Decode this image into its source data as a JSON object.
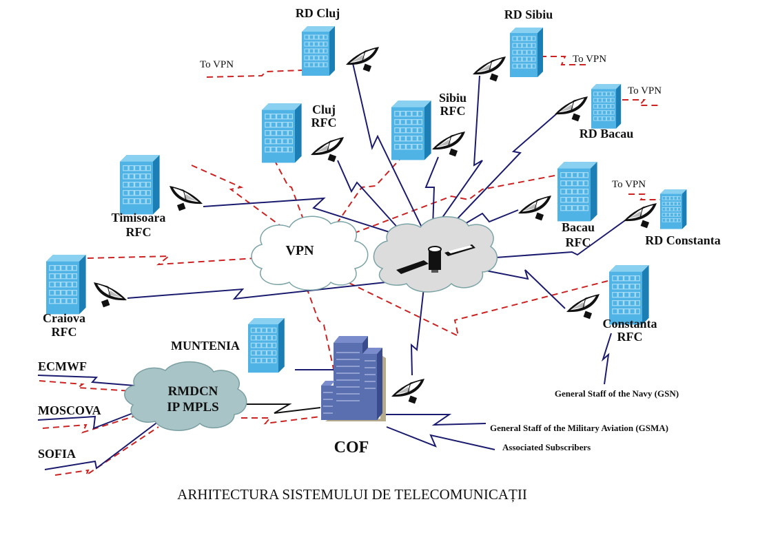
{
  "title": "ARHITECTURA SISTEMULUI DE TELECOMUNICAȚII",
  "colors": {
    "building": "#4fb3e6",
    "building_side": "#1b7fb5",
    "building_top": "#8ad0f0",
    "cof_building": "#5a6fb0",
    "satellite_link": "#1a1a6e",
    "vpn_link": "#cc2222",
    "cloud_vpn": "#ffffff",
    "cloud_sat": "#dcdcdc",
    "cloud_rmdcn": "#a9c4c6"
  },
  "clouds": {
    "vpn": "VPN",
    "satellite_hub": "",
    "rmdcn_line1": "RMDCN",
    "rmdcn_line2": "IP  MPLS"
  },
  "nodes": {
    "rd_cluj": "RD Cluj",
    "rd_sibiu": "RD Sibiu",
    "rd_bacau": "RD  Bacau",
    "rd_constanta": "RD Constanta",
    "cluj_rfc_1": "Cluj",
    "cluj_rfc_2": "RFC",
    "sibiu_rfc_1": "Sibiu",
    "sibiu_rfc_2": "RFC",
    "timisoara_rfc_1": "Timisoara",
    "timisoara_rfc_2": "RFC",
    "bacau_rfc_1": "Bacau",
    "bacau_rfc_2": "RFC",
    "craiova_rfc_1": "Craiova",
    "craiova_rfc_2": "RFC",
    "constanta_rfc_1": "Constanta",
    "constanta_rfc_2": "RFC",
    "muntenia": "MUNTENIA",
    "cof": "COF",
    "ecmwf": "ECMWF",
    "moscova": "MOSCOVA",
    "sofia": "SOFIA",
    "gsn": "General Staff of the Navy (GSN)",
    "gsma": "General Staff of the Military Aviation (GSMA)",
    "associated": "Associated Subscribers"
  },
  "to_vpn_labels": {
    "cluj": "To VPN",
    "sibiu": "To VPN",
    "bacau": "To VPN",
    "constanta": "To VPN"
  }
}
